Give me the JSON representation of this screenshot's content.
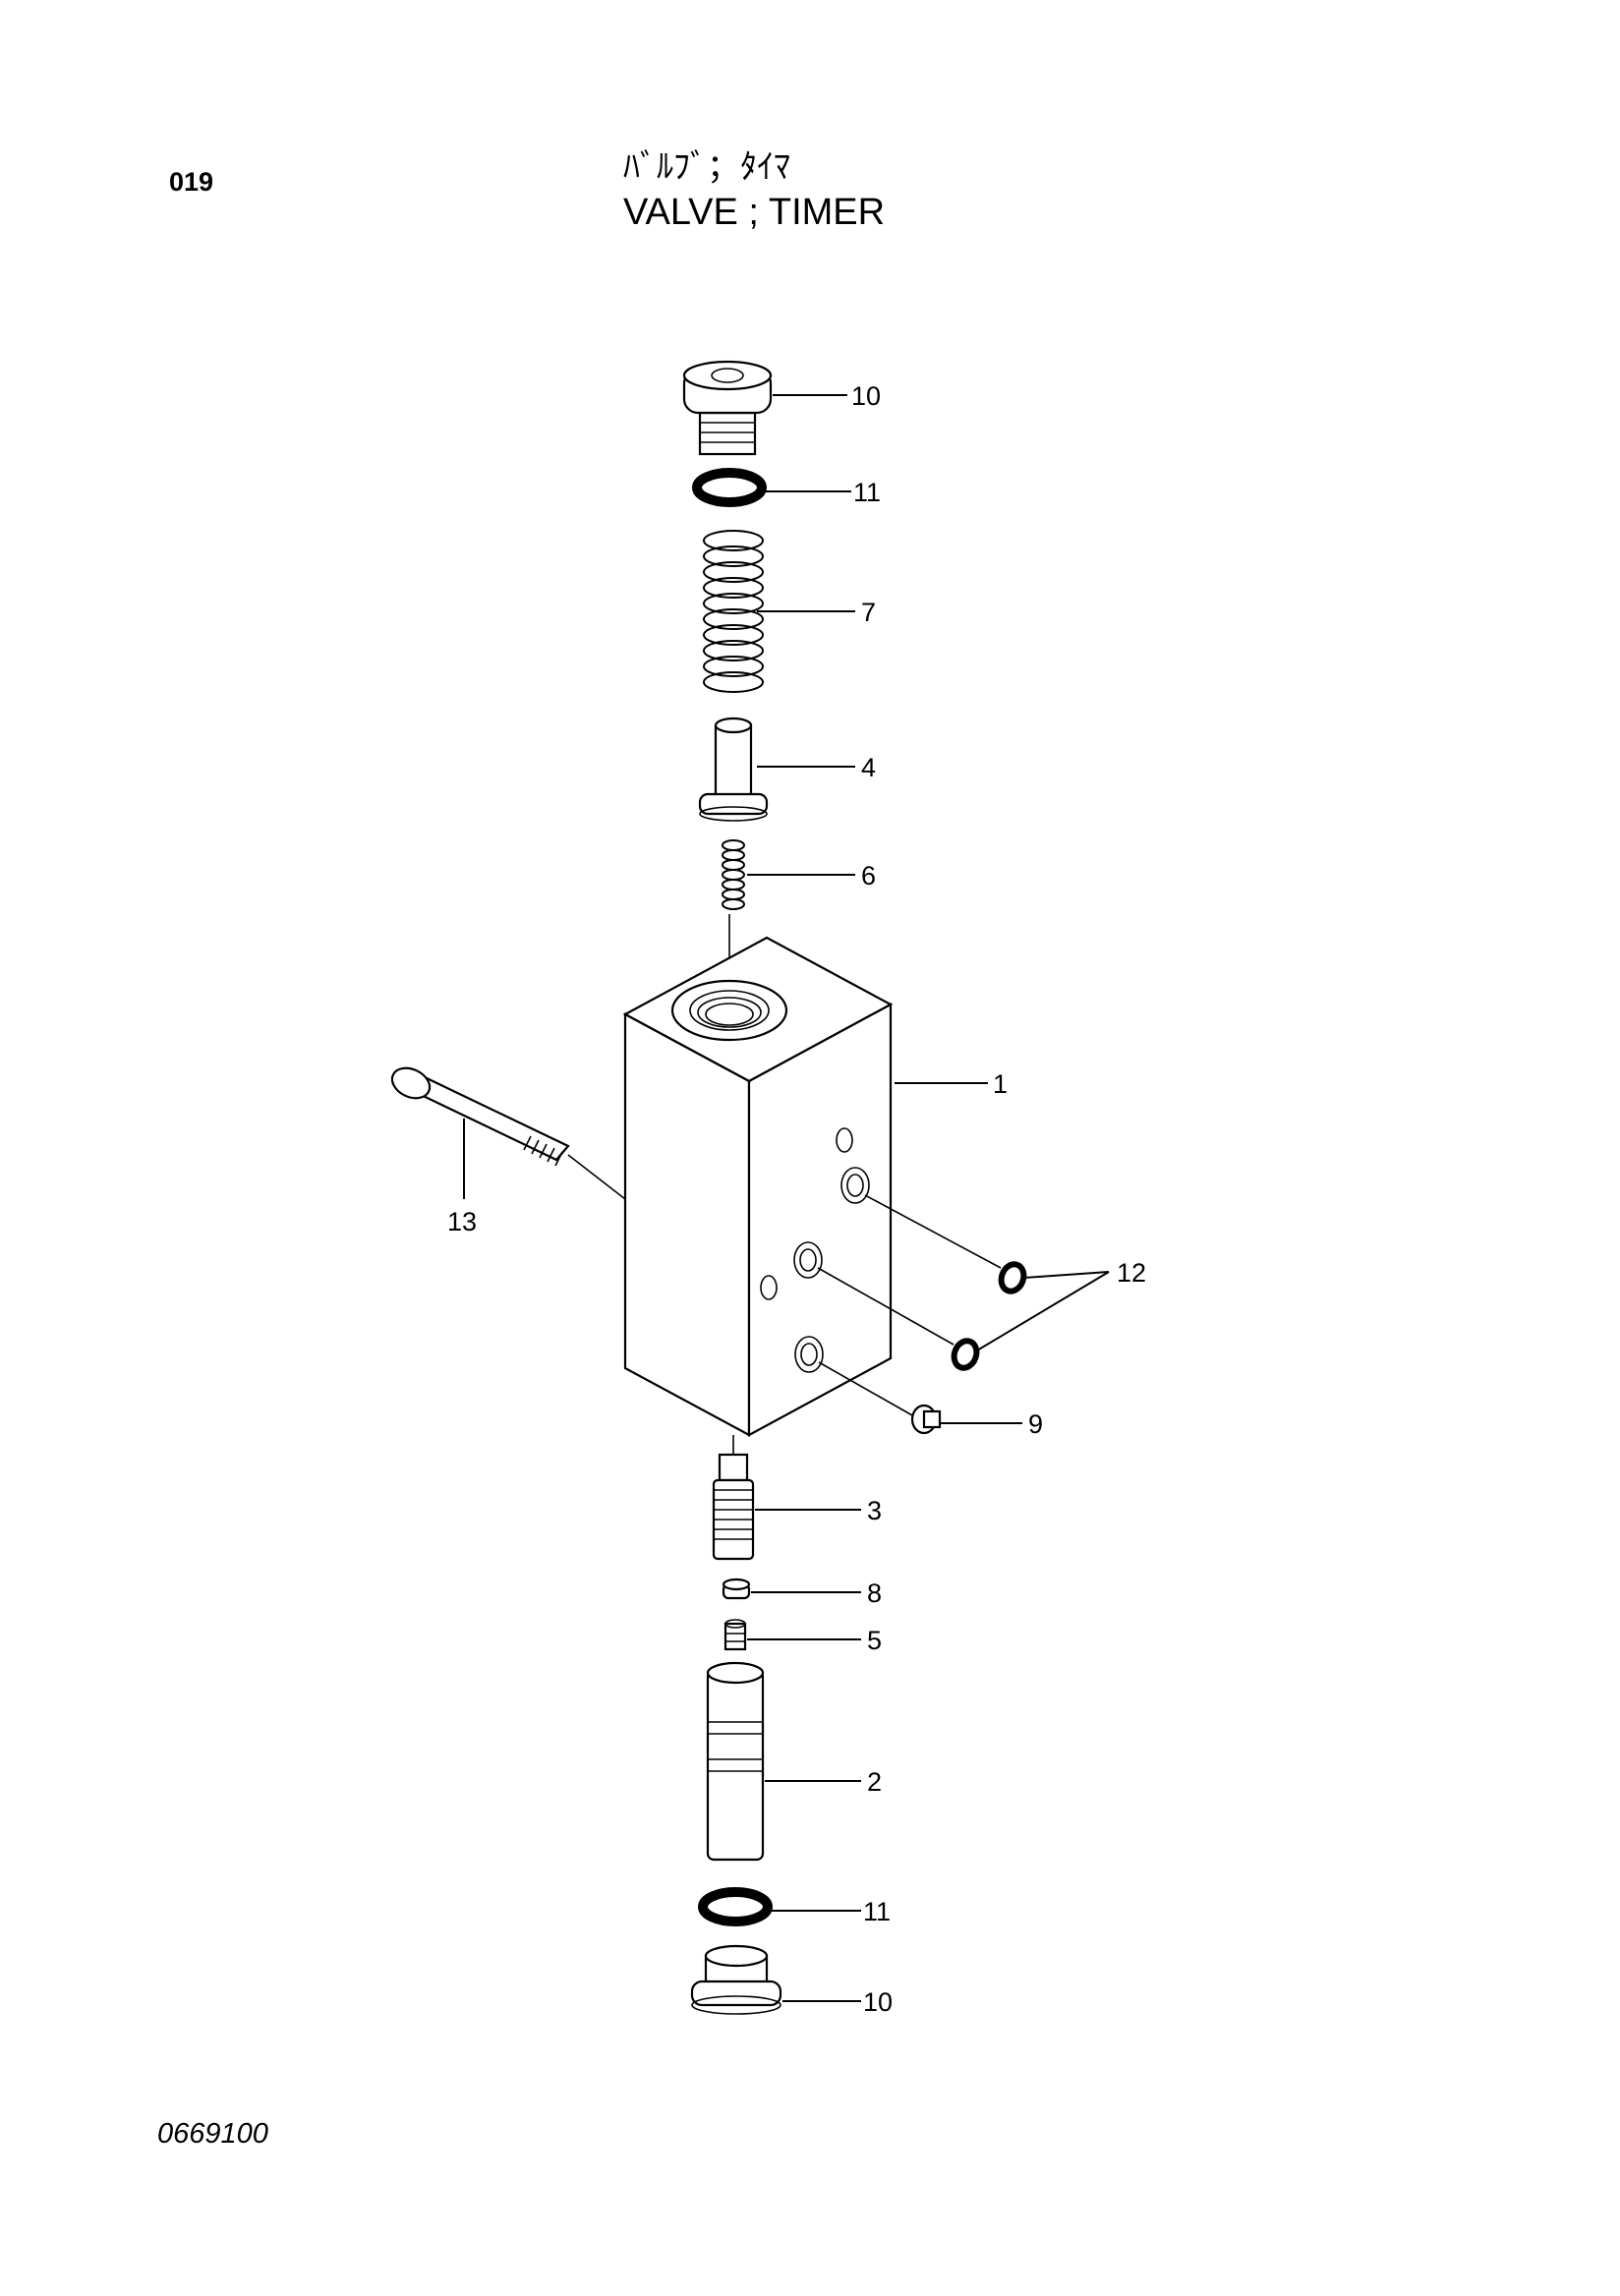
{
  "header": {
    "page_number": "019",
    "title_jp": "ﾊﾞﾙﾌﾞ；ﾀｲﾏ",
    "title_en": "VALVE ; TIMER"
  },
  "footer": {
    "drawing_code": "0669100"
  },
  "callouts": {
    "c1": "1",
    "c2": "2",
    "c3": "3",
    "c4": "4",
    "c5": "5",
    "c6": "6",
    "c7": "7",
    "c8": "8",
    "c9": "9",
    "c10_top": "10",
    "c10_bottom": "10",
    "c11_top": "11",
    "c11_bottom": "11",
    "c12": "12",
    "c13": "13"
  }
}
